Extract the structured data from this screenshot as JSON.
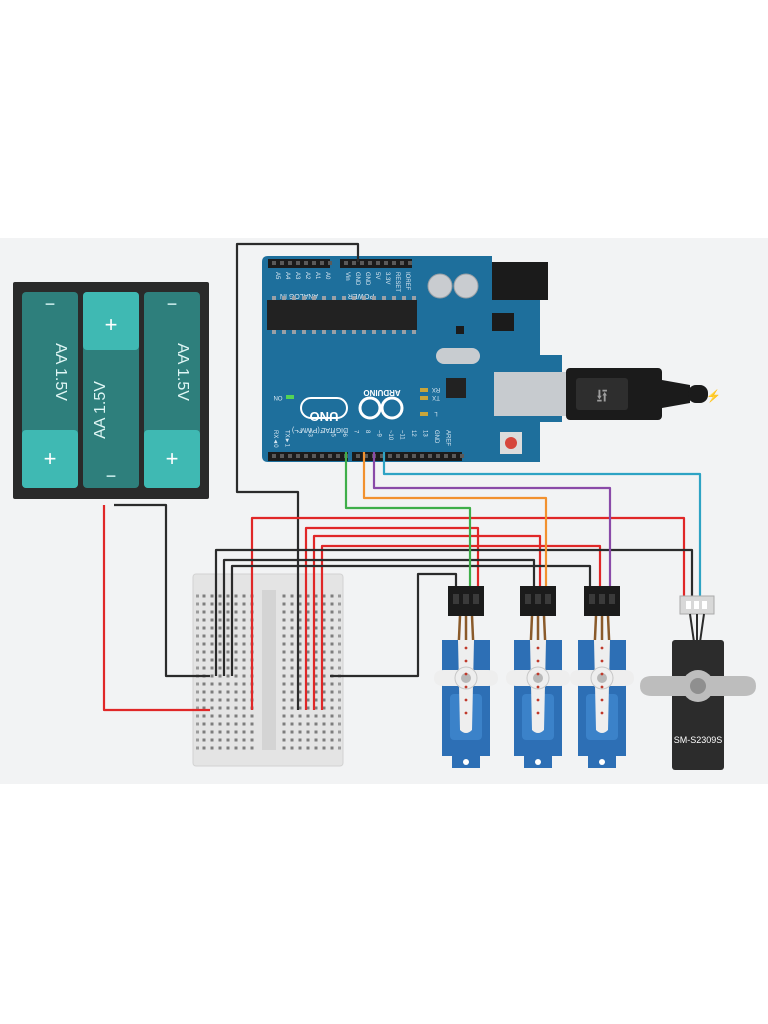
{
  "battery_pack": {
    "cells": [
      {
        "label": "AA 1.5V",
        "top_sign": "−",
        "bottom_sign": "+"
      },
      {
        "label": "AA 1.5V",
        "top_sign": "+",
        "bottom_sign": "−"
      },
      {
        "label": "AA 1.5V",
        "top_sign": "−",
        "bottom_sign": "+"
      }
    ]
  },
  "arduino": {
    "logo_text": "UNO",
    "brand": "ARDUINO",
    "on_label": "ON",
    "rx_label": "RX",
    "tx_label": "TX",
    "l_label": "L",
    "analog_header": "ANALOG IN",
    "power_header": "POWER",
    "digital_header": "DIGITAL (PWM ~)",
    "analog_pins": [
      "A5",
      "A4",
      "A3",
      "A2",
      "A1",
      "A0"
    ],
    "power_pins": [
      "Vin",
      "GND",
      "GND",
      "5V",
      "3.3V",
      "RESET",
      "IOREF"
    ],
    "digital_pins": [
      "RX◄0",
      "TX►1",
      "2",
      "~3",
      "4",
      "~5",
      "~6",
      "7",
      "8",
      "~9",
      "~10",
      "~11",
      "12",
      "13",
      "GND",
      "AREF"
    ]
  },
  "servos": [
    {
      "model": ""
    },
    {
      "model": ""
    },
    {
      "model": ""
    },
    {
      "model": "SM-S2309S"
    }
  ],
  "colors": {
    "background_panel": "#f2f3f4",
    "board_blue": "#1c6e9a",
    "wire_red": "#e02727",
    "wire_black": "#2b2b2b",
    "wire_green": "#3fae49",
    "wire_orange": "#f2912f",
    "wire_purple": "#8a4aa8",
    "wire_teal": "#2ea3c4",
    "servo_blue": "#2d6fb5",
    "battery_teal": "#3a8f8c"
  }
}
